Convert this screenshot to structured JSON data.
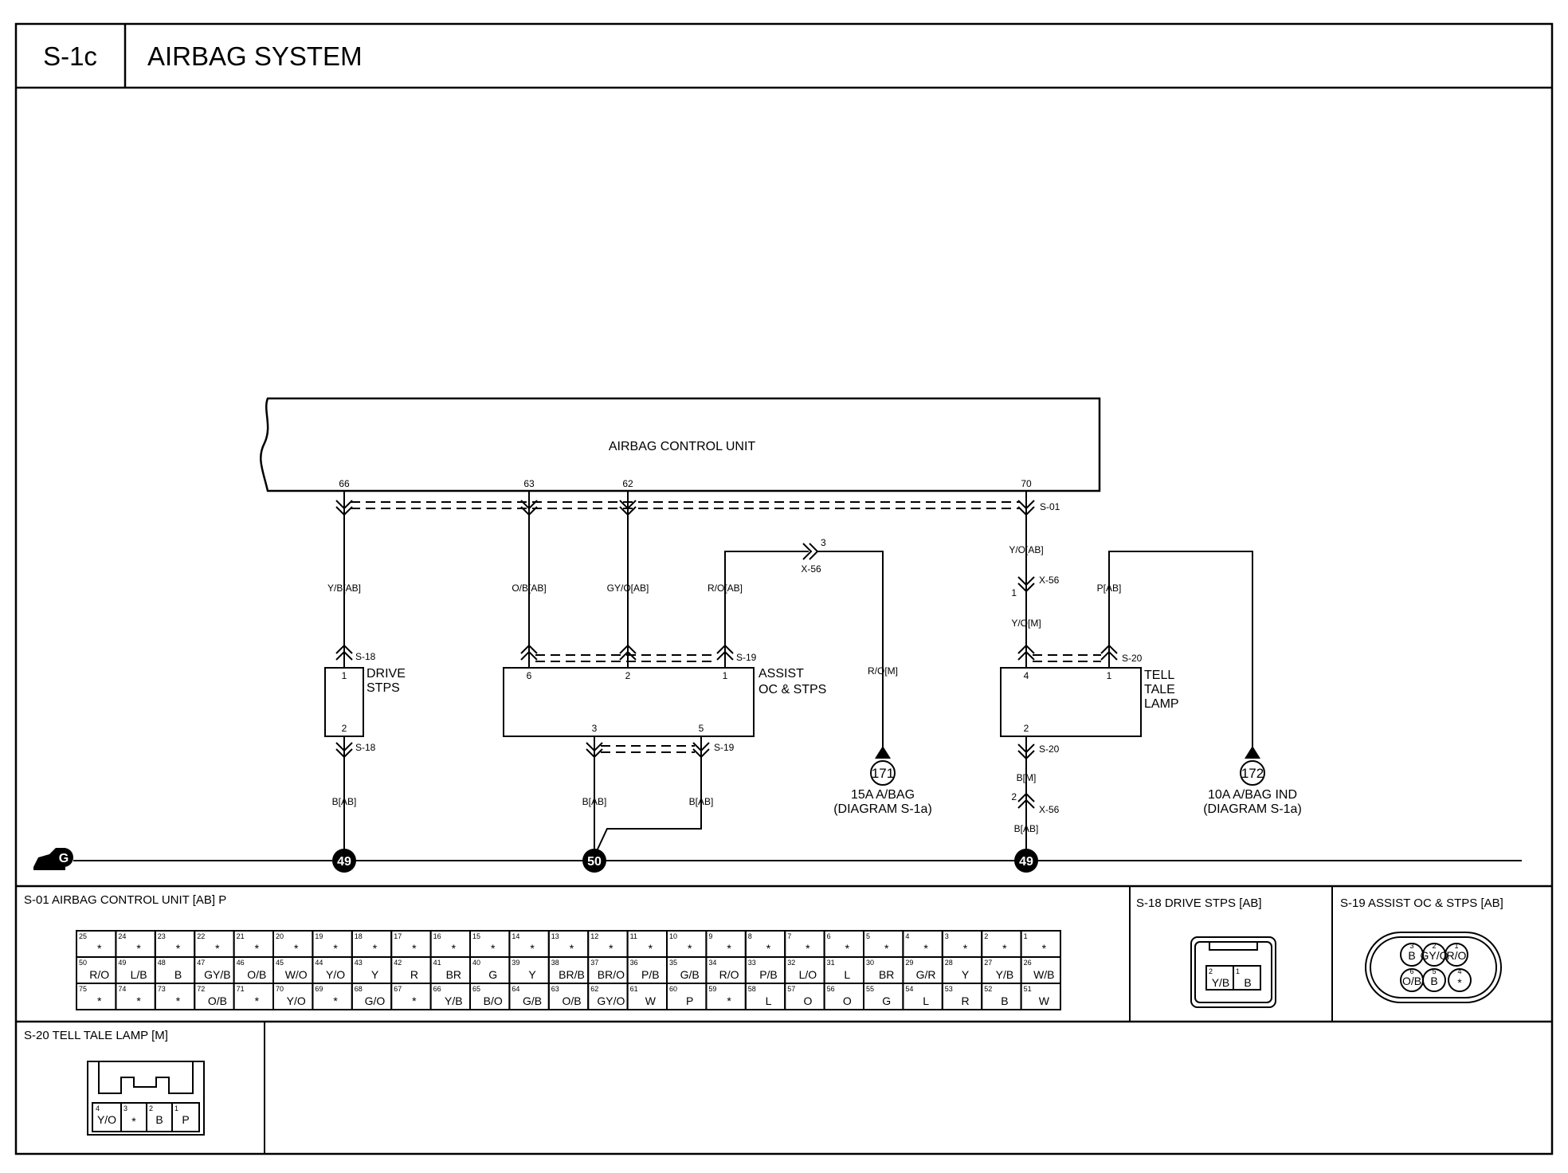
{
  "header": {
    "code": "S-1c",
    "title": "AIRBAG SYSTEM"
  },
  "unit": {
    "name": "AIRBAG CONTROL UNIT",
    "pins": [
      "66",
      "63",
      "62",
      "70"
    ]
  },
  "connectors": {
    "s01": "S-01",
    "s18": "S-18",
    "s19": "S-19",
    "s20": "S-20",
    "x56": "X-56"
  },
  "wires": {
    "yb_ab": "Y/B[AB]",
    "ob_ab": "O/B[AB]",
    "gyo_ab": "GY/O[AB]",
    "ro_ab": "R/O[AB]",
    "ro_m": "R/O[M]",
    "yo_ab": "Y/O[AB]",
    "yo_m": "Y/O[M]",
    "p_ab": "P[AB]",
    "b_ab": "B[AB]",
    "b_m": "B[M]"
  },
  "components": {
    "drive": {
      "label": [
        "DRIVE",
        "STPS"
      ],
      "pins": [
        "1",
        "2"
      ]
    },
    "assist": {
      "label": [
        "ASSIST",
        "OC & STPS"
      ],
      "pins": [
        "6",
        "2",
        "1",
        "3",
        "5"
      ]
    },
    "tell": {
      "label": [
        "TELL",
        "TALE",
        "LAMP"
      ],
      "pins": [
        "4",
        "1",
        "2"
      ]
    }
  },
  "x56_pins": {
    "p3": "3",
    "p1": "1",
    "p2": "2"
  },
  "refs": {
    "r171": {
      "num": "171",
      "line1": "15A A/BAG",
      "line2": "(DIAGRAM S-1a)"
    },
    "r172": {
      "num": "172",
      "line1": "10A A/BAG IND",
      "line2": "(DIAGRAM S-1a)"
    }
  },
  "ground": {
    "letter": "G",
    "points": [
      "49",
      "50",
      "49"
    ]
  },
  "bottom": {
    "s01_title": "S-01 AIRBAG CONTROL UNIT [AB] P",
    "s01_rows": [
      [
        [
          "25",
          "*"
        ],
        [
          "24",
          "*"
        ],
        [
          "23",
          "*"
        ],
        [
          "22",
          "*"
        ],
        [
          "21",
          "*"
        ],
        [
          "20",
          "*"
        ],
        [
          "19",
          "*"
        ],
        [
          "18",
          "*"
        ],
        [
          "17",
          "*"
        ],
        [
          "16",
          "*"
        ],
        [
          "15",
          "*"
        ],
        [
          "14",
          "*"
        ],
        [
          "13",
          "*"
        ],
        [
          "12",
          "*"
        ],
        [
          "11",
          "*"
        ],
        [
          "10",
          "*"
        ],
        [
          "9",
          "*"
        ],
        [
          "8",
          "*"
        ],
        [
          "7",
          "*"
        ],
        [
          "6",
          "*"
        ],
        [
          "5",
          "*"
        ],
        [
          "4",
          "*"
        ],
        [
          "3",
          "*"
        ],
        [
          "2",
          "*"
        ],
        [
          "1",
          "*"
        ]
      ],
      [
        [
          "50",
          "R/O"
        ],
        [
          "49",
          "L/B"
        ],
        [
          "48",
          "B"
        ],
        [
          "47",
          "GY/B"
        ],
        [
          "46",
          "O/B"
        ],
        [
          "45",
          "W/O"
        ],
        [
          "44",
          "Y/O"
        ],
        [
          "43",
          "Y"
        ],
        [
          "42",
          "R"
        ],
        [
          "41",
          "BR"
        ],
        [
          "40",
          "G"
        ],
        [
          "39",
          "Y"
        ],
        [
          "38",
          "BR/B"
        ],
        [
          "37",
          "BR/O"
        ],
        [
          "36",
          "P/B"
        ],
        [
          "35",
          "G/B"
        ],
        [
          "34",
          "R/O"
        ],
        [
          "33",
          "P/B"
        ],
        [
          "32",
          "L/O"
        ],
        [
          "31",
          "L"
        ],
        [
          "30",
          "BR"
        ],
        [
          "29",
          "G/R"
        ],
        [
          "28",
          "Y"
        ],
        [
          "27",
          "Y/B"
        ],
        [
          "26",
          "W/B"
        ]
      ],
      [
        [
          "75",
          "*"
        ],
        [
          "74",
          "*"
        ],
        [
          "73",
          "*"
        ],
        [
          "72",
          "O/B"
        ],
        [
          "71",
          "*"
        ],
        [
          "70",
          "Y/O"
        ],
        [
          "69",
          "*"
        ],
        [
          "68",
          "G/O"
        ],
        [
          "67",
          "*"
        ],
        [
          "66",
          "Y/B"
        ],
        [
          "65",
          "B/O"
        ],
        [
          "64",
          "G/B"
        ],
        [
          "63",
          "O/B"
        ],
        [
          "62",
          "GY/O"
        ],
        [
          "61",
          "W"
        ],
        [
          "60",
          "P"
        ],
        [
          "59",
          "*"
        ],
        [
          "58",
          "L"
        ],
        [
          "57",
          "O"
        ],
        [
          "56",
          "O"
        ],
        [
          "55",
          "G"
        ],
        [
          "54",
          "L"
        ],
        [
          "53",
          "R"
        ],
        [
          "52",
          "B"
        ],
        [
          "51",
          "W"
        ]
      ]
    ],
    "s18_title": "S-18 DRIVE STPS [AB]",
    "s18_cells": [
      [
        "2",
        "Y/B"
      ],
      [
        "1",
        "B"
      ]
    ],
    "s19_title": "S-19 ASSIST OC & STPS [AB]",
    "s19_top": [
      [
        "3",
        "B"
      ],
      [
        "2",
        "GY/O"
      ],
      [
        "1",
        "R/O"
      ]
    ],
    "s19_bot": [
      [
        "6",
        "O/B"
      ],
      [
        "5",
        "B"
      ],
      [
        "4",
        "*"
      ]
    ],
    "s20_title": "S-20 TELL TALE LAMP [M]",
    "s20_cells": [
      [
        "4",
        "Y/O"
      ],
      [
        "3",
        "*"
      ],
      [
        "2",
        "B"
      ],
      [
        "1",
        "P"
      ]
    ]
  }
}
